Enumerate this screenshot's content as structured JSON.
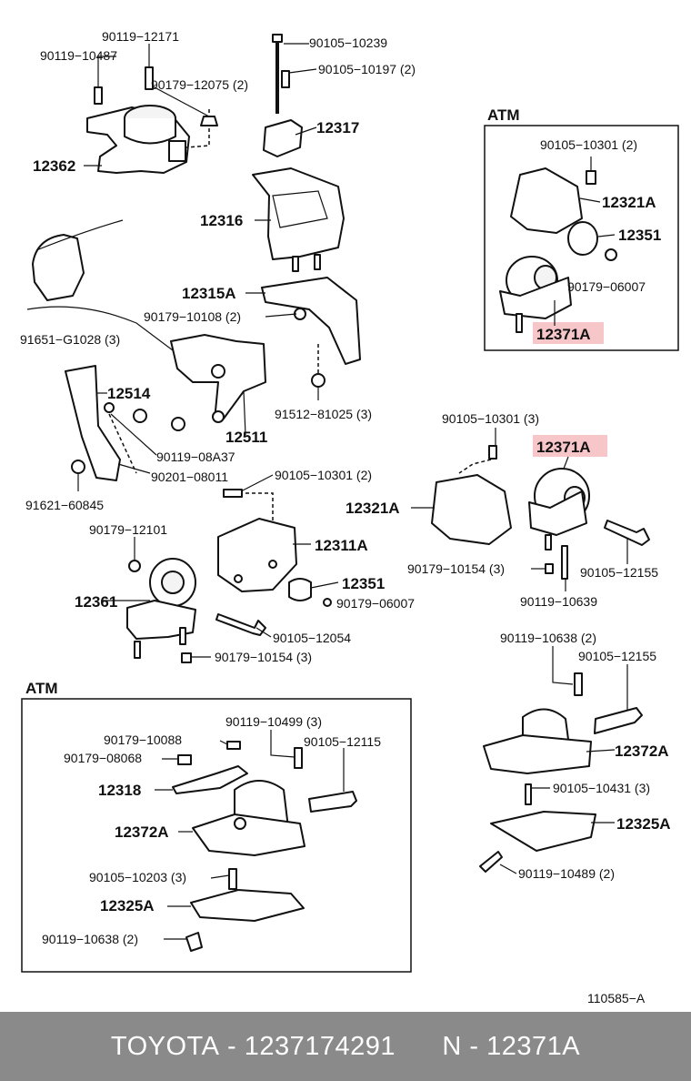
{
  "labels": {
    "l90119_12171": "90119−12171",
    "l90119_10487": "90119−10487",
    "l90105_10239": "90105−10239",
    "l90105_10197": "90105−10197 (2)",
    "l90179_12075": "90179−12075 (2)",
    "l12362": "12362",
    "l12317": "12317",
    "l12316": "12316",
    "l12315A": "12315A",
    "l90179_10108": "90179−10108 (2)",
    "l91651": "91651−G1028 (3)",
    "l12514": "12514",
    "l12511": "12511",
    "l91512": "91512−81025 (3)",
    "l90119_08A37": "90119−08A37",
    "l90201": "90201−08011",
    "l91621": "91621−60845",
    "l90105_10301b": "90105−10301 (2)",
    "l90179_12101": "90179−12101",
    "l12311A": "12311A",
    "l12361": "12361",
    "l12351b": "12351",
    "l90179_06007b": "90179−06007",
    "l90105_12054": "90105−12054",
    "l90179_10154b": "90179−10154 (3)",
    "atm_top": "ATM",
    "l90105_10301a": "90105−10301 (2)",
    "l12321A_top": "12321A",
    "l12351a": "12351",
    "l90179_06007a": "90179−06007",
    "l12371A_box": "12371A",
    "l90105_10301c": "90105−10301 (3)",
    "l12371A_mid": "12371A",
    "l12321A_mid": "12321A",
    "l90179_10154a": "90179−10154 (3)",
    "l90105_12155a": "90105−12155",
    "l90119_10639": "90119−10639",
    "l90119_10638a": "90119−10638 (2)",
    "l90105_12155b": "90105−12155",
    "l12372A_r": "12372A",
    "l90105_10431": "90105−10431 (3)",
    "l12325A_r": "12325A",
    "l90119_10489a": "90119−10489 (2)",
    "atm_bottom": "ATM",
    "l90179_10088": "90179−10088",
    "l90179_08068": "90179−08068",
    "l90119_10499": "90119−10499 (3)",
    "l90105_12115": "90105−12115",
    "l12318": "12318",
    "l12372A_b": "12372A",
    "l90105_10203": "90105−10203 (3)",
    "l12325A_b": "12325A",
    "l90119_10638b": "90119−10638 (2)",
    "diagram_code": "110585−A"
  },
  "footer": {
    "brand": "TOYOTA",
    "part_number": "1237174291",
    "ref": "N",
    "ref_code": "12371A"
  },
  "colors": {
    "highlight": "#f6c6c8",
    "footer_bg": "#8a8a8a",
    "ink": "#111111"
  }
}
